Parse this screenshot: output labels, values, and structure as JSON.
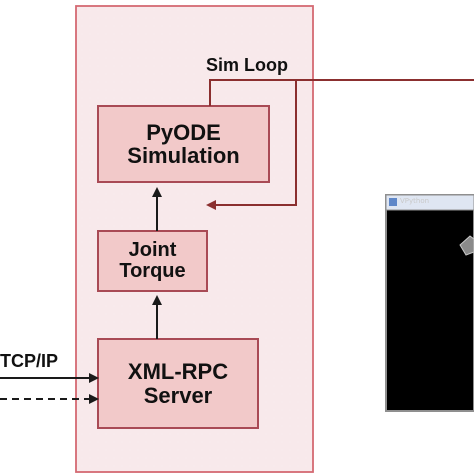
{
  "labels": {
    "sim_loop": "Sim Loop",
    "tcp_ip": "TCP/IP"
  },
  "boxes": {
    "pyode": {
      "line1": "PyODE",
      "line2": "Simulation"
    },
    "joint": {
      "line1": "Joint",
      "line2": "Torque"
    },
    "xmlrpc": {
      "line1": "XML-RPC",
      "line2": "Server"
    }
  },
  "vpython_window": {
    "title": "VPython"
  },
  "colors": {
    "container_fill": "#f8e9eb",
    "container_border": "#d46a72",
    "box_fill": "#f2c9c9",
    "box_border": "#a94a55",
    "loop_line": "#8b2f2f",
    "arrow": "#1a1a1a",
    "vpython_bg": "#000000",
    "vpython_frame": "#8f8f8f"
  },
  "icons": [
    "window-icon",
    "shape-icon"
  ]
}
